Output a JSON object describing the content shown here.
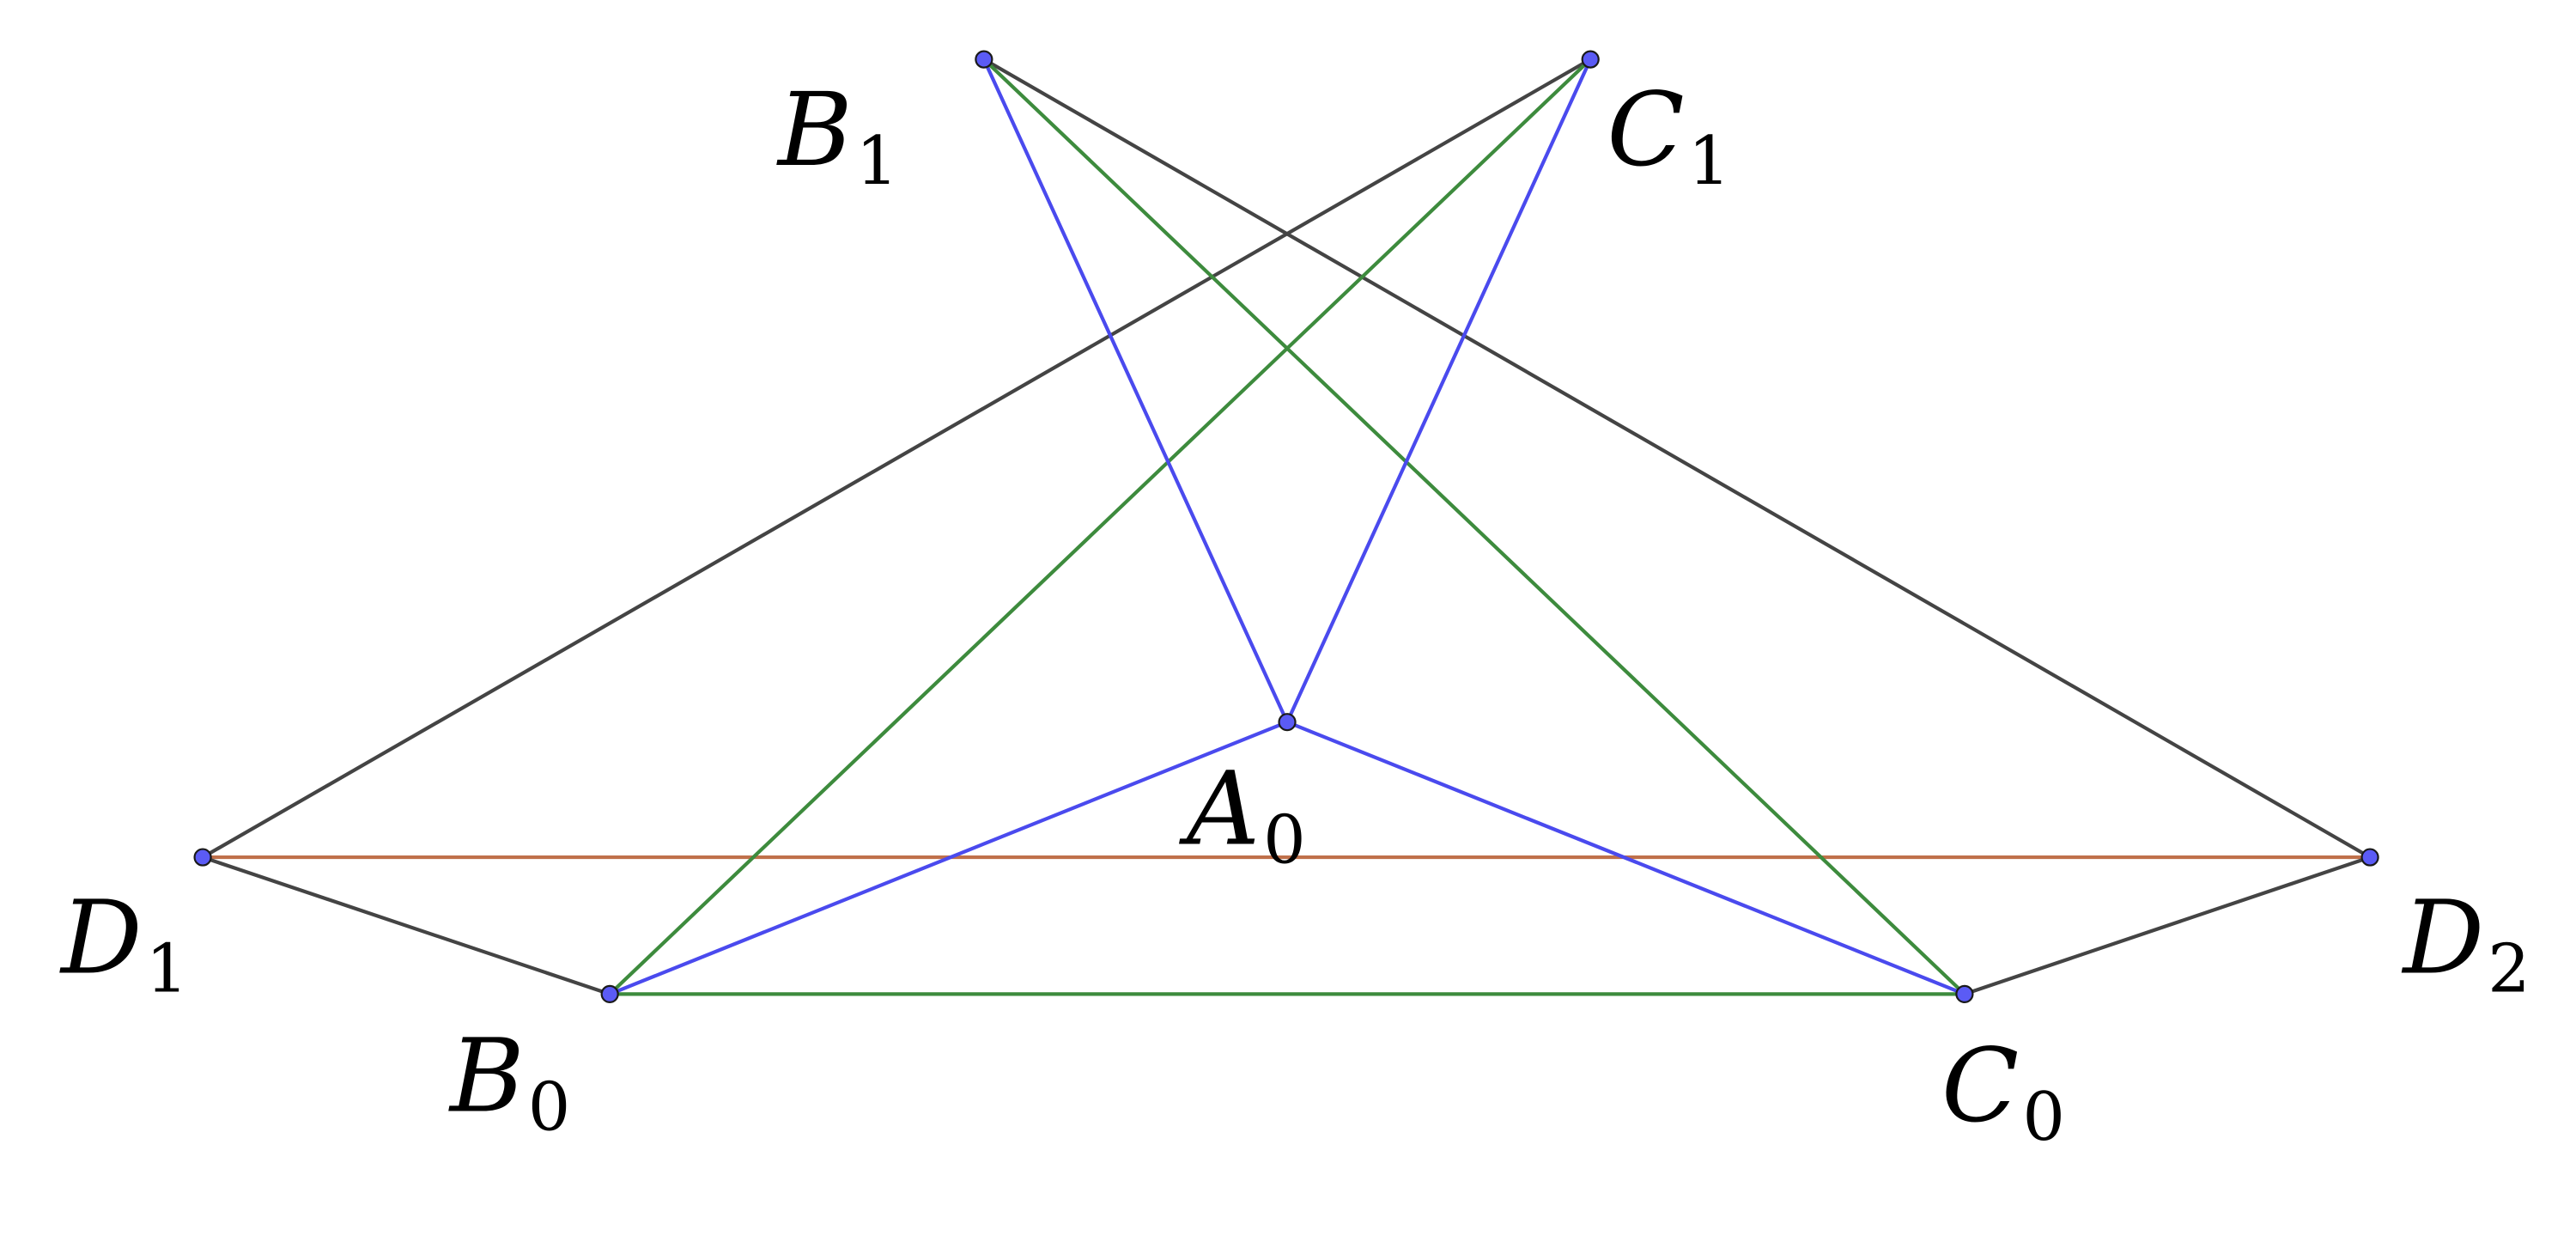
{
  "points": [
    {
      "id": "A0",
      "letter": "A",
      "sub": "0"
    },
    {
      "id": "B0",
      "letter": "B",
      "sub": "0"
    },
    {
      "id": "C0",
      "letter": "C",
      "sub": "0"
    },
    {
      "id": "B1",
      "letter": "B",
      "sub": "1"
    },
    {
      "id": "C1",
      "letter": "C",
      "sub": "1"
    },
    {
      "id": "D1",
      "letter": "D",
      "sub": "1"
    },
    {
      "id": "D2",
      "letter": "D",
      "sub": "2"
    }
  ],
  "segments": [
    {
      "from": "D1",
      "to": "D2",
      "color": "orange"
    },
    {
      "from": "D1",
      "to": "C1",
      "color": "gray"
    },
    {
      "from": "B1",
      "to": "D2",
      "color": "gray"
    },
    {
      "from": "D1",
      "to": "B0",
      "color": "gray"
    },
    {
      "from": "C0",
      "to": "D2",
      "color": "gray"
    },
    {
      "from": "B0",
      "to": "C1",
      "color": "green"
    },
    {
      "from": "B1",
      "to": "C0",
      "color": "green"
    },
    {
      "from": "B0",
      "to": "C0",
      "color": "green"
    },
    {
      "from": "B1",
      "to": "A0",
      "color": "blue"
    },
    {
      "from": "C1",
      "to": "A0",
      "color": "blue"
    },
    {
      "from": "A0",
      "to": "B0",
      "color": "blue"
    },
    {
      "from": "A0",
      "to": "C0",
      "color": "blue"
    }
  ],
  "colors": {
    "gray": "#444444",
    "green": "#3d8b3d",
    "blue": "#4a4aee",
    "orange": "#c0704a",
    "point_fill": "#5b5bf5"
  }
}
